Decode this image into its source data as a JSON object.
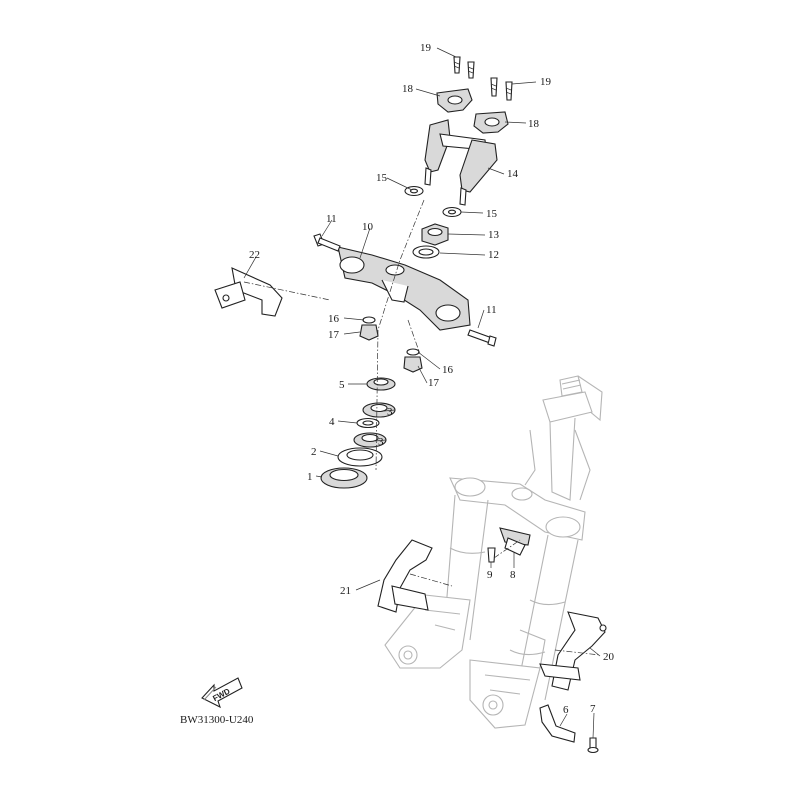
{
  "diagram_code": "BW31300-U240",
  "fwd_label": "FWD",
  "callouts": [
    {
      "id": "c19a",
      "label": "19"
    },
    {
      "id": "c19b",
      "label": "19"
    },
    {
      "id": "c18a",
      "label": "18"
    },
    {
      "id": "c18b",
      "label": "18"
    },
    {
      "id": "c14",
      "label": "14"
    },
    {
      "id": "c15a",
      "label": "15"
    },
    {
      "id": "c15b",
      "label": "15"
    },
    {
      "id": "c13",
      "label": "13"
    },
    {
      "id": "c12",
      "label": "12"
    },
    {
      "id": "c11a",
      "label": "11"
    },
    {
      "id": "c10",
      "label": "10"
    },
    {
      "id": "c22",
      "label": "22"
    },
    {
      "id": "c11b",
      "label": "11"
    },
    {
      "id": "c16a",
      "label": "16"
    },
    {
      "id": "c17a",
      "label": "17"
    },
    {
      "id": "c16b",
      "label": "16"
    },
    {
      "id": "c17b",
      "label": "17"
    },
    {
      "id": "c5",
      "label": "5"
    },
    {
      "id": "c3a",
      "label": "3"
    },
    {
      "id": "c4",
      "label": "4"
    },
    {
      "id": "c3b",
      "label": "3"
    },
    {
      "id": "c2",
      "label": "2"
    },
    {
      "id": "c1",
      "label": "1"
    },
    {
      "id": "c9",
      "label": "9"
    },
    {
      "id": "c8",
      "label": "8"
    },
    {
      "id": "c21",
      "label": "21"
    },
    {
      "id": "c20",
      "label": "20"
    },
    {
      "id": "c6",
      "label": "6"
    },
    {
      "id": "c7",
      "label": "7"
    }
  ]
}
